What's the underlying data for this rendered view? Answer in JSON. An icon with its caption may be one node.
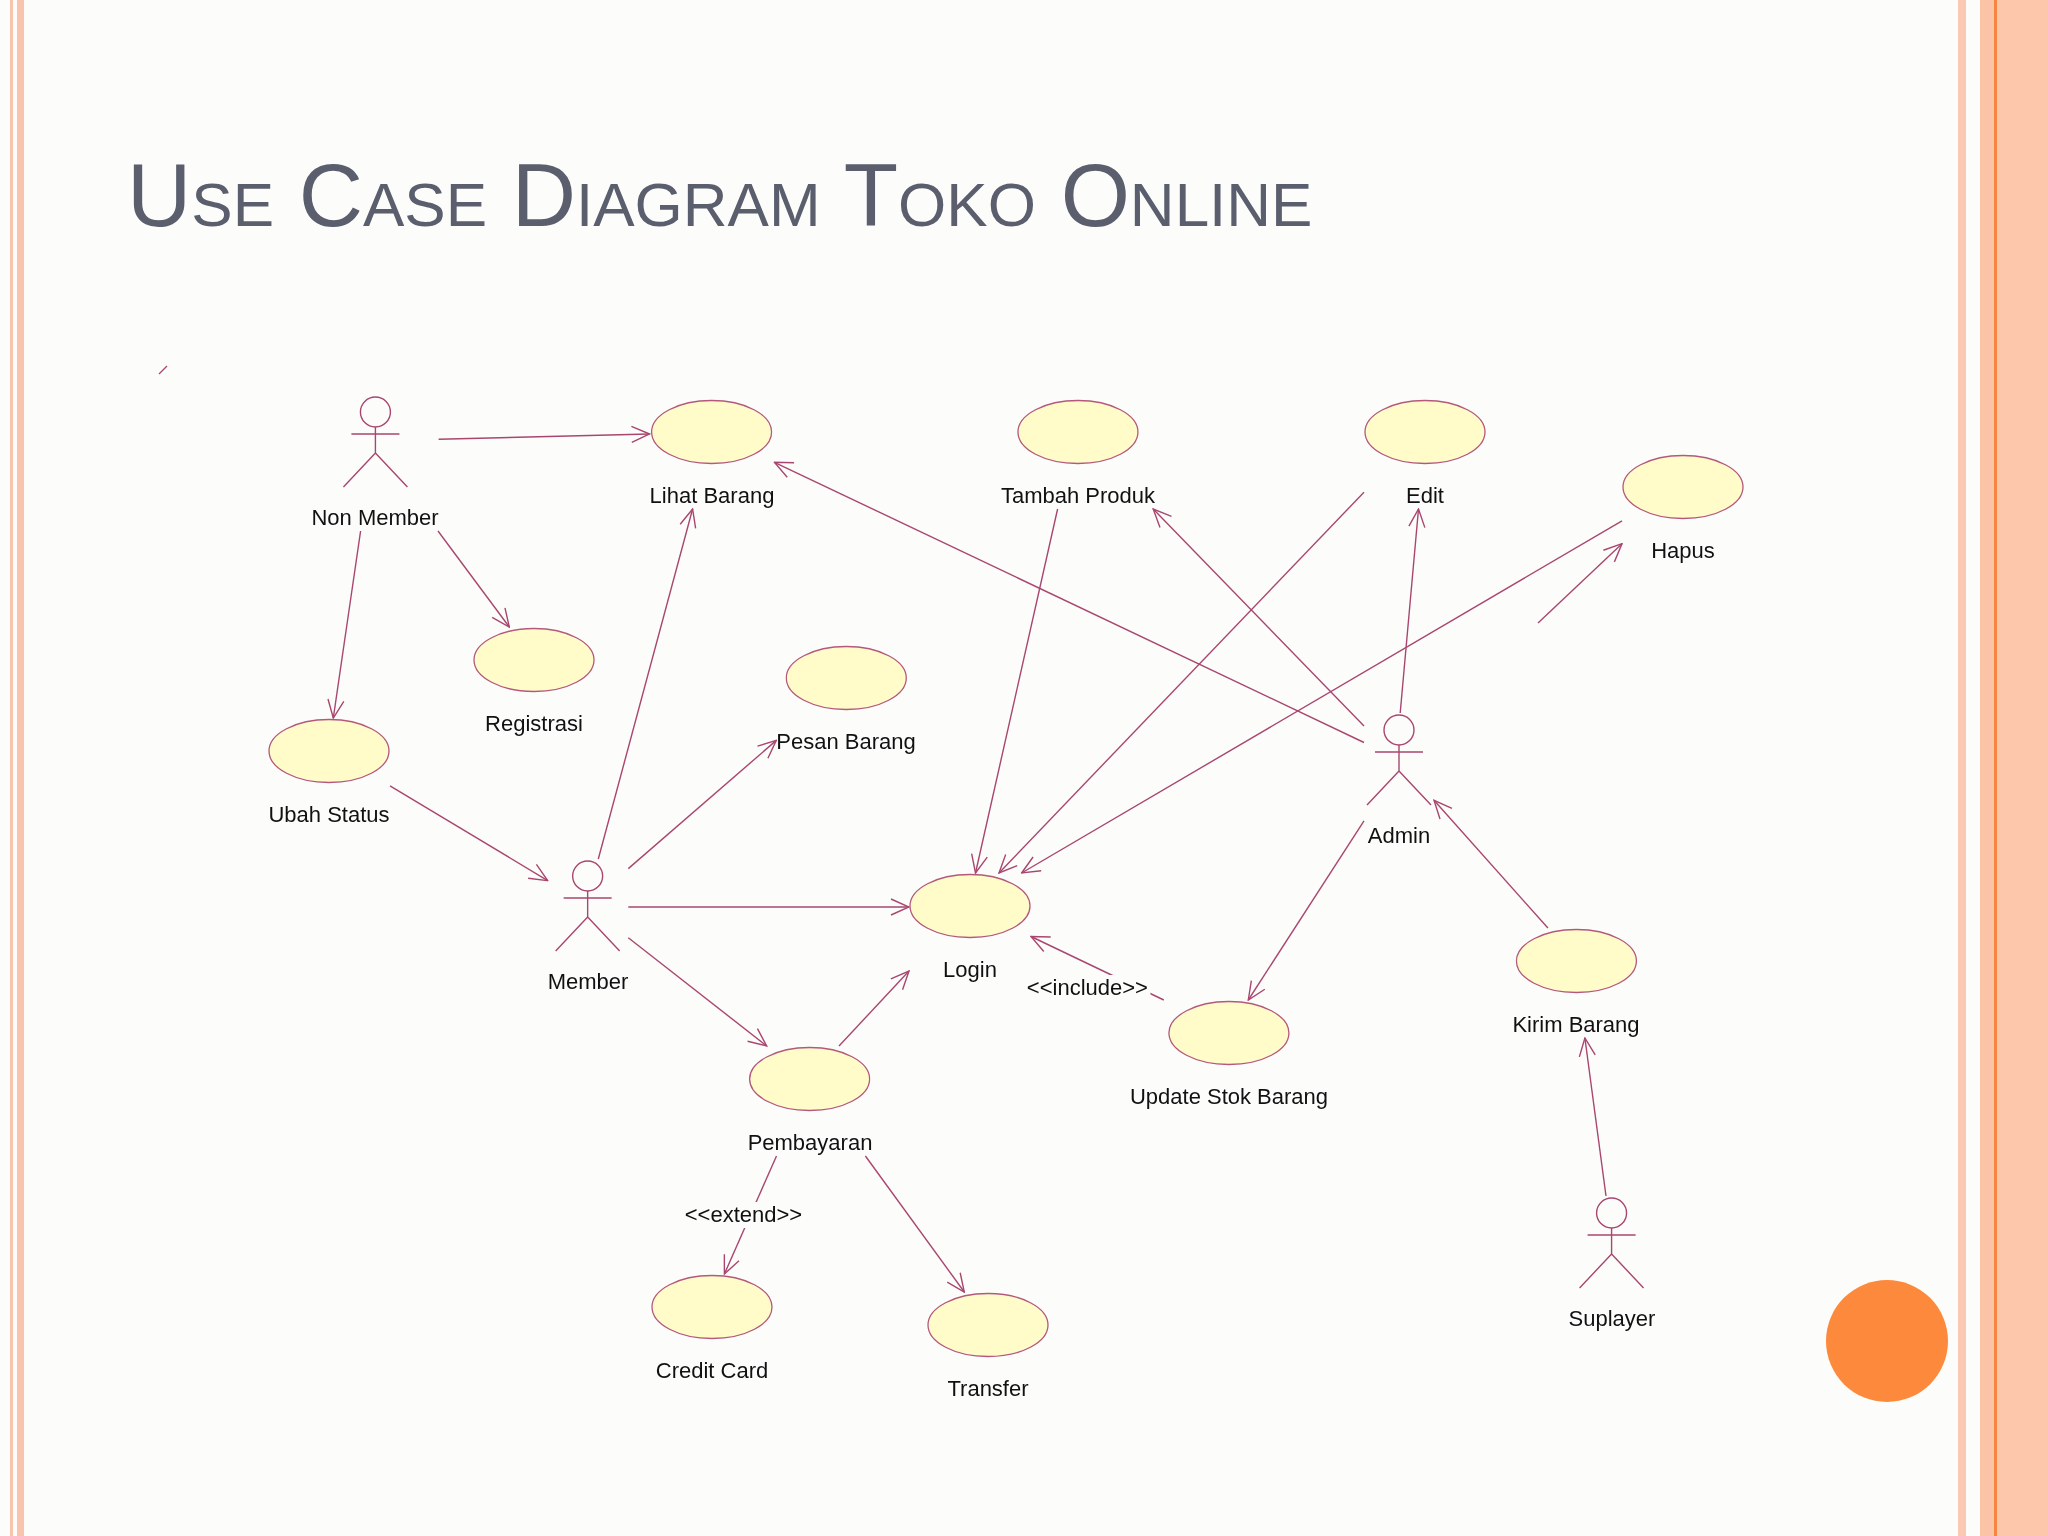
{
  "diagram": {
    "title": "Use Case Diagram Toko Online",
    "nodes": [
      {
        "text": [
          "Non Member"
        ]
      },
      {
        "text": [
          "Lihat Barang"
        ]
      },
      {
        "text": [
          "Tambah Produk"
        ]
      },
      {
        "text": [
          "Edit"
        ]
      },
      {
        "text": [
          "Hapus"
        ]
      },
      {
        "text": [
          "Registrasi"
        ]
      },
      {
        "text": [
          "Pesan Barang"
        ]
      },
      {
        "text": [
          "Ubah Status"
        ]
      },
      {
        "text": [
          "Admin"
        ]
      },
      {
        "text": [
          "Member"
        ]
      },
      {
        "text": [
          "Login"
        ]
      },
      {
        "text": [
          "Kirim Barang"
        ]
      },
      {
        "text": [
          "Update Stok Barang"
        ]
      },
      {
        "text": [
          "Pembayaran"
        ]
      },
      {
        "text": [
          "Suplayer"
        ]
      },
      {
        "text": [
          "Credit Card"
        ]
      },
      {
        "text": [
          "Transfer"
        ]
      }
    ],
    "edges": [
      {
        "from": 0,
        "to": 1,
        "arrow": "to"
      },
      {
        "from": 0,
        "to": 5,
        "arrow": "to"
      },
      {
        "from": 0,
        "to": 7,
        "arrow": "to"
      },
      {
        "from": 7,
        "to": 9,
        "arrow": "to"
      },
      {
        "from": 9,
        "to": 1,
        "arrow": "to"
      },
      {
        "from": 9,
        "to": 6,
        "arrow": "to"
      },
      {
        "from": 9,
        "to": 10,
        "arrow": "to"
      },
      {
        "from": 9,
        "to": 13,
        "arrow": "to"
      },
      {
        "from": 13,
        "to": 10,
        "arrow": "to"
      },
      {
        "from": 8,
        "to": 1,
        "arrow": "to"
      },
      {
        "from": 8,
        "to": 2,
        "arrow": "to"
      },
      {
        "from": 8,
        "to": 3,
        "arrow": "to"
      },
      {
        "from": null,
        "to": 4,
        "arrow": "to"
      },
      {
        "from": 2,
        "to": 10,
        "arrow": "to"
      },
      {
        "from": 3,
        "to": 10,
        "arrow": "to"
      },
      {
        "from": 4,
        "to": 10,
        "arrow": "to"
      },
      {
        "from": 8,
        "to": 12,
        "arrow": "to"
      },
      {
        "from": 12,
        "to": 10,
        "arrow": "to",
        "label": "<<include>>"
      },
      {
        "from": 11,
        "to": 8,
        "arrow": "to"
      },
      {
        "from": 14,
        "to": 11,
        "arrow": "to"
      },
      {
        "from": 13,
        "to": 15,
        "arrow": "to",
        "label": "<<extend>>"
      },
      {
        "from": 13,
        "to": 16,
        "arrow": "to"
      }
    ]
  }
}
